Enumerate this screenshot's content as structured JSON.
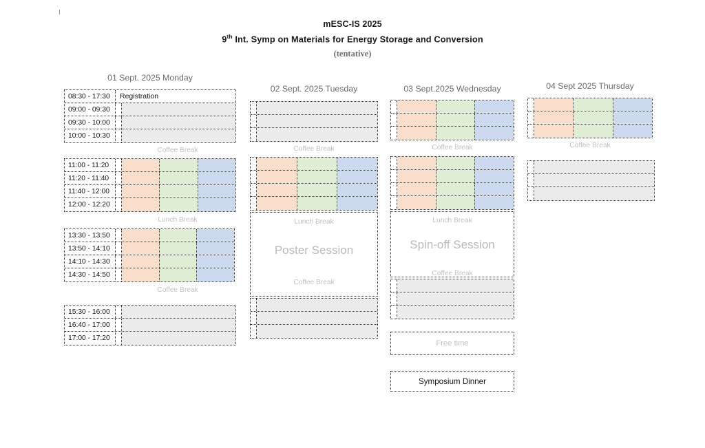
{
  "header": {
    "line1": "mESC-IS 2025",
    "ordinal": "9",
    "ordinal_sup": "th",
    "line2_rest": " Int. Symp on Materials for Energy Storage and Conversion",
    "line3": "(tentative)"
  },
  "labels": {
    "coffee_break": "Coffee Break",
    "lunch_break": "Lunch Break",
    "poster_session": "Poster Session",
    "spinoff_session": "Spin-off  Session",
    "free_time": "Free time",
    "symposium_dinner": "Symposium Dinner",
    "registration": "Registration"
  },
  "colors": {
    "session_a": "#fadfcd",
    "session_b": "#dfeed5",
    "session_c": "#ccd9ee",
    "plenary": "#ececec",
    "border": "#2e2e2e",
    "muted_text": "#c0c0c0",
    "head_text": "#6a6a6a"
  },
  "days": [
    {
      "id": "monday",
      "header": "01 Sept. 2025 Monday",
      "times": {
        "registration": "08:30 - 17:30",
        "morning": [
          "09:00 - 09:30",
          "09:30 - 10:00",
          "10:00 - 10:30"
        ],
        "late_morning": [
          "11:00 - 11:20",
          "11:20 - 11:40",
          "11:40 - 12:00",
          "12:00 - 12:20"
        ],
        "afternoon": [
          "13:30 - 13:50",
          "13:50 - 14:10",
          "14:10 - 14:30",
          "14:30 - 14:50"
        ],
        "late_afternoon": [
          "15:30 - 16:00",
          "16:40 - 17:00",
          "17:00 - 17:20"
        ]
      }
    },
    {
      "id": "tuesday",
      "header": "02 Sept. 2025 Tuesday"
    },
    {
      "id": "wednesday",
      "header": "03 Sept.2025 Wednesday"
    },
    {
      "id": "thursday",
      "header": "04 Sept 2025 Thursday"
    }
  ]
}
